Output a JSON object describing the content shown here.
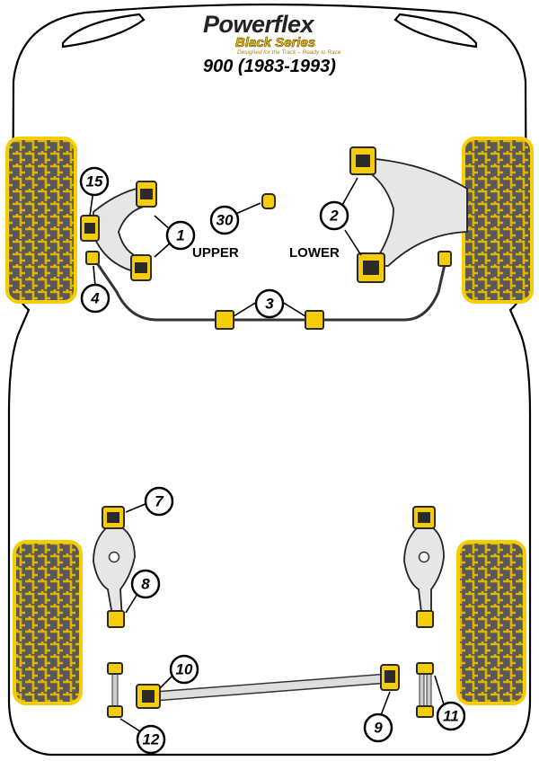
{
  "brand": {
    "name": "Powerflex",
    "series": "Black Series",
    "tagline": "Designed for the Track – Ready to Race"
  },
  "model": "900 (1983-1993)",
  "labels": {
    "upper": "UPPER",
    "lower": "LOWER"
  },
  "callouts": {
    "c1": "1",
    "c2": "2",
    "c3": "3",
    "c4": "4",
    "c7": "7",
    "c8": "8",
    "c9": "9",
    "c10": "10",
    "c11": "11",
    "c12": "12",
    "c15": "15",
    "c30": "30"
  },
  "colors": {
    "bush": "#f5cd00",
    "bush_dark": "#2a2a2a",
    "tyre": "#e0b400",
    "tyre_dark": "#555555"
  }
}
